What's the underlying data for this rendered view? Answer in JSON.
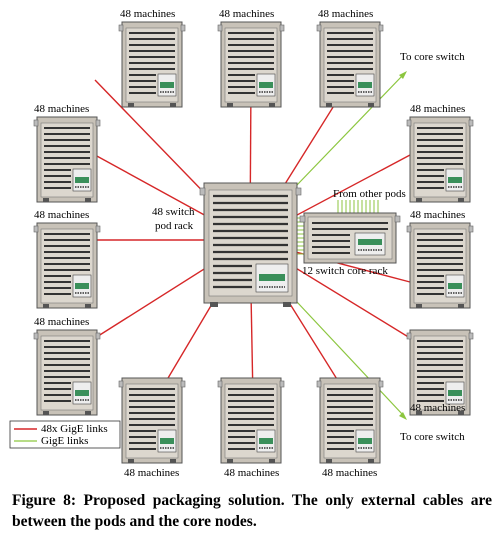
{
  "diagram": {
    "rack_labels": {
      "machines_top_left": "48 machines",
      "machines_top_center": "48 machines",
      "machines_top_right": "48 machines",
      "machines_upper_left": "48 machines",
      "machines_middle_left": "48 machines",
      "machines_lower_left": "48 machines",
      "machines_upper_right": "48 machines",
      "machines_middle_right": "48 machines",
      "machines_lower_right": "48 machines",
      "machines_bottom_left": "48 machines",
      "machines_bottom_center": "48 machines",
      "machines_bottom_right": "48 machines"
    },
    "pod_rack_label_line1": "48 switch",
    "pod_rack_label_line2": "pod rack",
    "core_rack_label": "12 switch core rack",
    "from_other_pods": "From other pods",
    "to_core_switch_top": "To core switch",
    "to_core_switch_bottom": "To core switch",
    "legend": {
      "items": [
        {
          "label": "48x GigE links",
          "color": "#d62728"
        },
        {
          "label": "GigE links",
          "color": "#8cc63f"
        }
      ]
    }
  },
  "colors": {
    "red_link": "#d62728",
    "green_link": "#8cc63f",
    "rack_body": "#c8c2b8",
    "rack_panel": "#dcd7ce"
  },
  "caption": "Figure 8: Proposed packaging solution. The only external cables are between the pods and the core nodes."
}
